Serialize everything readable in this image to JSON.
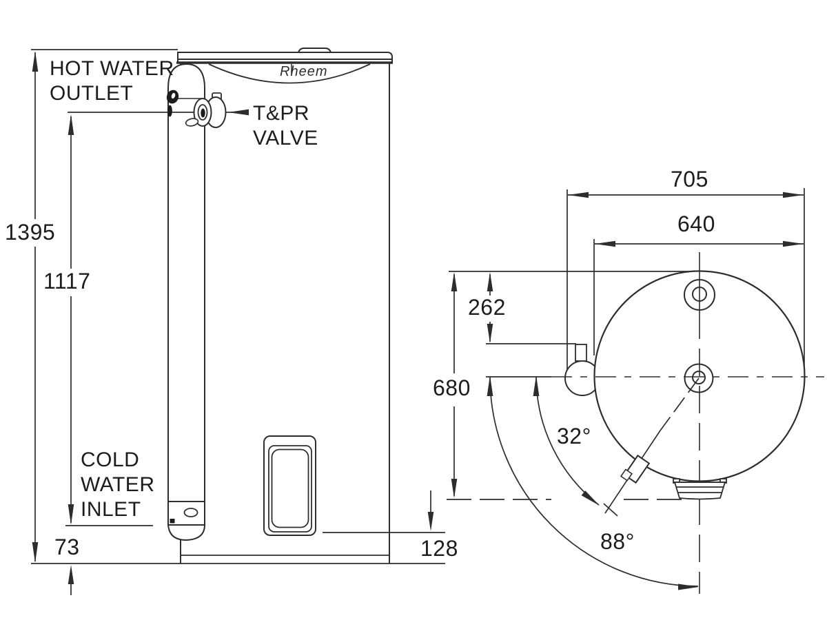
{
  "front_view": {
    "brand_logo": "Rheem",
    "labels": {
      "hot_water_outlet": [
        "HOT WATER",
        "OUTLET"
      ],
      "tpr_valve": [
        "T&PR",
        "VALVE"
      ],
      "cold_water_inlet": [
        "COLD",
        "WATER",
        "INLET"
      ]
    },
    "dimensions_mm": {
      "overall_height": "1395",
      "tpr_valve_height": "1117",
      "cold_inlet_height": "73",
      "access_panel_height": "128"
    }
  },
  "plan_view": {
    "dimensions_mm": {
      "overall_depth": "705",
      "tank_diameter": "640",
      "valve_offset": "262",
      "connection_offset": "680"
    },
    "angles": {
      "anode_angle": "32°",
      "sweep_angle": "88°"
    }
  },
  "colors": {
    "line": "#2d2d2d",
    "text": "#1c1c1c",
    "background": "#ffffff"
  }
}
